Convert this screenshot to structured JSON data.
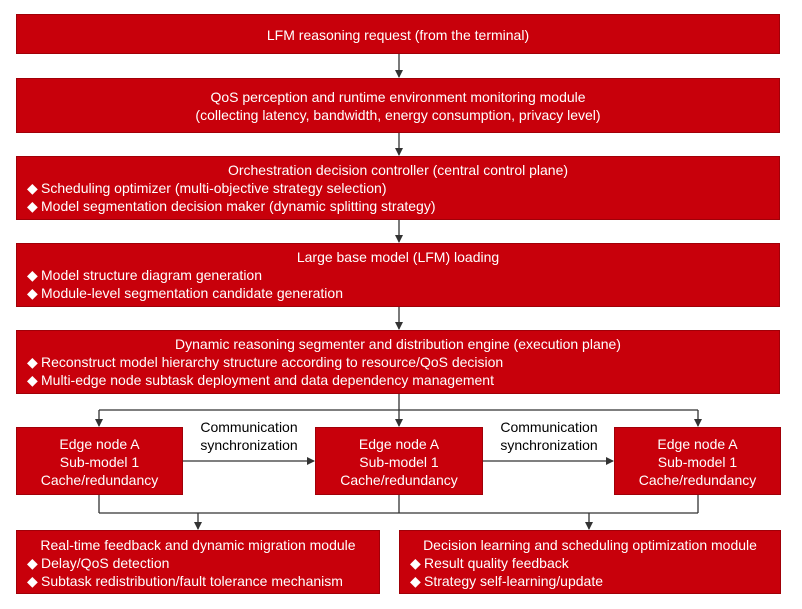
{
  "colors": {
    "box_fill": "#c8000b",
    "box_text": "#ffffff",
    "connector": "#333333"
  },
  "request": {
    "text": "LFM reasoning request (from the terminal)"
  },
  "qos_module": {
    "line1": "QoS perception and runtime environment monitoring module",
    "line2": "(collecting latency, bandwidth, energy consumption, privacy level)"
  },
  "orchestration": {
    "title": "Orchestration decision controller (central control plane)",
    "bullets": [
      "Scheduling optimizer (multi-objective strategy selection)",
      "Model segmentation decision maker (dynamic splitting strategy)"
    ]
  },
  "lfm_loading": {
    "title": "Large base model (LFM) loading",
    "bullets": [
      "Model structure diagram generation",
      "Module-level segmentation candidate generation"
    ]
  },
  "segmenter": {
    "title": "Dynamic reasoning segmenter and distribution engine (execution plane)",
    "bullets": [
      "Reconstruct model hierarchy structure according to resource/QoS decision",
      "Multi-edge node subtask deployment and data dependency management"
    ]
  },
  "edge_nodes": [
    {
      "line1": "Edge node A",
      "line2": "Sub-model 1",
      "line3": "Cache/redundancy"
    },
    {
      "line1": "Edge node A",
      "line2": "Sub-model 1",
      "line3": "Cache/redundancy"
    },
    {
      "line1": "Edge node A",
      "line2": "Sub-model 1",
      "line3": "Cache/redundancy"
    }
  ],
  "comm_labels": [
    {
      "line1": "Communication",
      "line2": "synchronization"
    },
    {
      "line1": "Communication",
      "line2": "synchronization"
    }
  ],
  "feedback_module": {
    "title": "Real-time feedback and dynamic migration module",
    "bullets": [
      "Delay/QoS detection",
      "Subtask redistribution/fault tolerance mechanism"
    ]
  },
  "learning_module": {
    "title": "Decision learning and scheduling optimization module",
    "bullets": [
      "Result quality feedback",
      "Strategy self-learning/update"
    ]
  }
}
